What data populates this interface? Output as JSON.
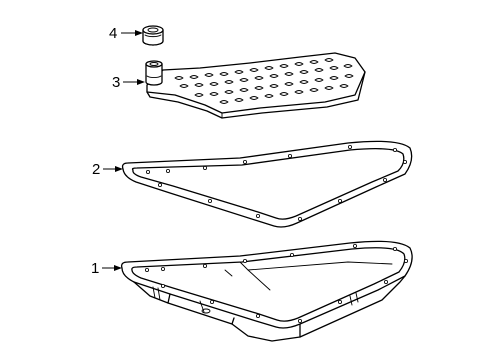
{
  "callouts": [
    {
      "id": "4",
      "label": "4",
      "part": "filter-seal"
    },
    {
      "id": "3",
      "label": "3",
      "part": "filter"
    },
    {
      "id": "2",
      "label": "2",
      "part": "gasket"
    },
    {
      "id": "1",
      "label": "1",
      "part": "oil-pan"
    }
  ]
}
